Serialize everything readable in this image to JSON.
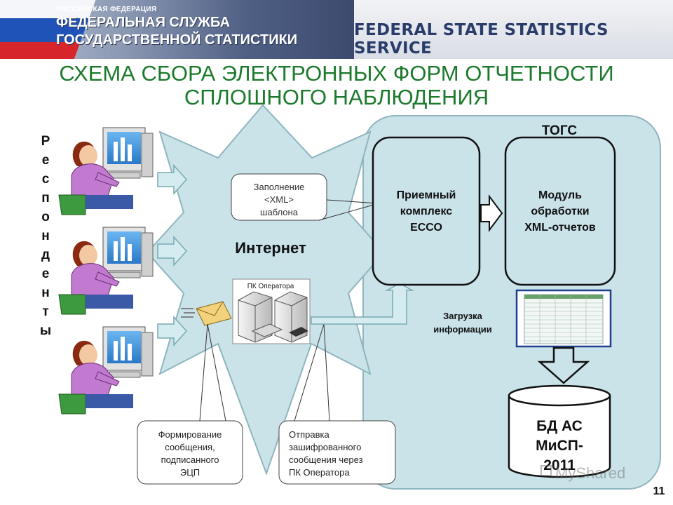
{
  "header": {
    "country": "РОССИЙСКАЯ ФЕДЕРАЦИЯ",
    "agency_ru_line1": "ФЕДЕРАЛЬНАЯ СЛУЖБА",
    "agency_ru_line2": "ГОСУДАРСТВЕННОЙ СТАТИСТИКИ",
    "agency_en": "FEDERAL STATE STATISTICS SERVICE"
  },
  "title": {
    "line1": "СХЕМА СБОРА ЭЛЕКТРОННЫХ ФОРМ ОТЧЕТНОСТИ",
    "line2": "СПЛОШНОГО  НАБЛЮДЕНИЯ"
  },
  "respondents_vertical": [
    "Р",
    "е",
    "с",
    "п",
    "о",
    "н",
    "д",
    "е",
    "н",
    "т",
    "ы"
  ],
  "internet_label": "Интернет",
  "callout_fill": {
    "line1": "Заполнение",
    "line2": "<XML>",
    "line3": "шаблона"
  },
  "operator_pc_label": "ПК Оператора",
  "callout_form": {
    "line1": "Формирование",
    "line2": "сообщения,",
    "line3": "подписанного",
    "line4": "ЭЦП"
  },
  "callout_send": {
    "line1": "Отправка",
    "line2": "зашифрованного",
    "line3": "сообщения через",
    "line4": "ПК Оператора"
  },
  "togs_label": "ТОГС",
  "box_receiver": {
    "line1": "Приемный",
    "line2": "комплекс",
    "line3": "ЕССО"
  },
  "box_module": {
    "line1": "Модуль",
    "line2": "обработки",
    "line3": "XML-отчетов"
  },
  "upload_label": {
    "line1": "Загрузка",
    "line2": "информации"
  },
  "database": {
    "line1": "БД АС",
    "line2": "МиСП-",
    "line3": "2011"
  },
  "watermark": "MyShared",
  "page_number": "11",
  "colors": {
    "title_green": "#1c7a2c",
    "togs_fill": "#c9e3e8",
    "internet_fill": "#c9e3e8",
    "arrow_fill": "#d4ecef",
    "envelope": "#f2d27a"
  }
}
